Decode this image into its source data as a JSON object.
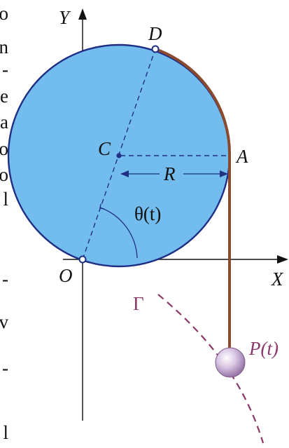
{
  "labels": {
    "y_axis": "Y",
    "x_axis": "X",
    "origin": "O",
    "top_point": "D",
    "center": "C",
    "right_point": "A",
    "radius": "R",
    "angle": "θ(t)",
    "curve": "Γ",
    "pendulum": "P(t)"
  },
  "margin_text": [
    "o",
    "n",
    "-",
    "e",
    "a",
    "o",
    "o",
    "l",
    "-",
    "v",
    "-",
    "l"
  ],
  "colors": {
    "disk_fill": "#73bdee",
    "disk_stroke": "#1f2f86",
    "rope": "#8b4a2e",
    "curve": "#8a3a6a",
    "bob": "#c7b1d4"
  }
}
